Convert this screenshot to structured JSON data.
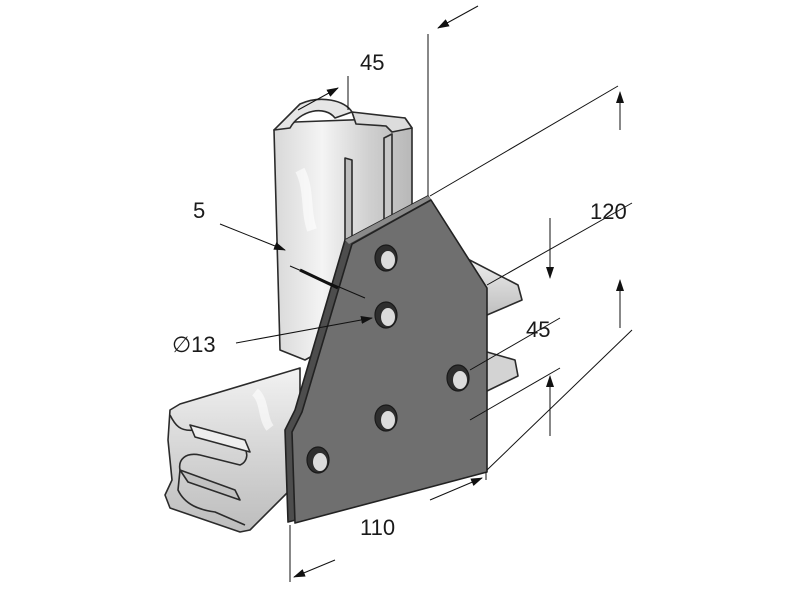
{
  "dimensions": {
    "channel_width_top": "45",
    "plate_thickness": "5",
    "hole_diameter": "∅13",
    "plate_height": "120",
    "hole_spacing": "45",
    "plate_width": "110"
  },
  "colors": {
    "plate": "#6f6f6f",
    "plate_edge": "#4a4a4a",
    "steel_light": "#e4e4e4",
    "steel_mid": "#cfcfcf",
    "steel_dark": "#b5b5b5",
    "line": "#111111"
  }
}
